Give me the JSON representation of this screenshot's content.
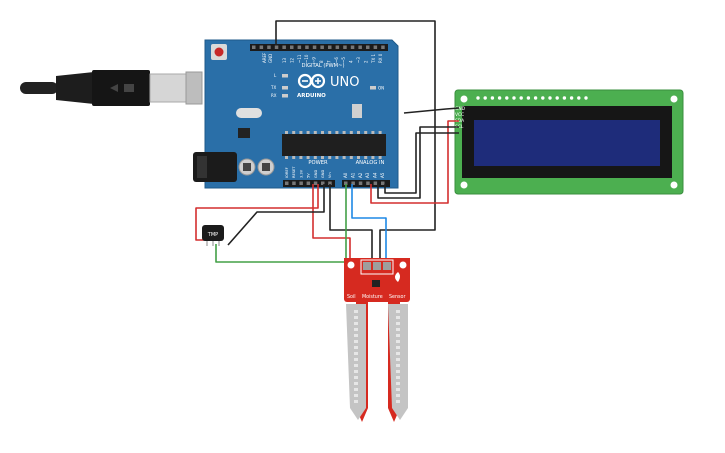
{
  "arduino": {
    "brand": "ARDUINO",
    "model": "UNO",
    "digital_label": "DIGITAL (PWM~)",
    "power_label": "POWER",
    "analog_label": "ANALOG IN",
    "on_label": "ON",
    "led_l": "L",
    "led_tx": "TX",
    "led_rx": "RX",
    "aref_label": "AREF",
    "gnd_label": "GND",
    "digital_pins": [
      "13",
      "12",
      "~11",
      "~10",
      "~9",
      "8",
      "7",
      "~6",
      "~5",
      "4",
      "~3",
      "2",
      "TX 1",
      "RX 0"
    ],
    "power_pins": [
      "IOREF",
      "RESET",
      "3.3V",
      "5V",
      "GND",
      "GND",
      "Vin"
    ],
    "analog_pins": [
      "A0",
      "A1",
      "A2",
      "A3",
      "A4",
      "A5"
    ]
  },
  "lcd": {
    "pins": [
      "GND",
      "VCC",
      "SDA",
      "SCL"
    ]
  },
  "sensor": {
    "text_left": "Soil",
    "text_mid": "Moisture",
    "text_right": "Sensor"
  },
  "temp_sensor": {
    "label": "TMP"
  },
  "colors": {
    "board": "#2a6fa8",
    "lcd_pcb": "#4caf50",
    "lcd_screen": "#1e2c7a",
    "sensor_pcb": "#d62a20",
    "wire_red": "#d32f2f",
    "wire_black": "#222222",
    "wire_green": "#43a047",
    "wire_blue": "#1e88e5"
  }
}
